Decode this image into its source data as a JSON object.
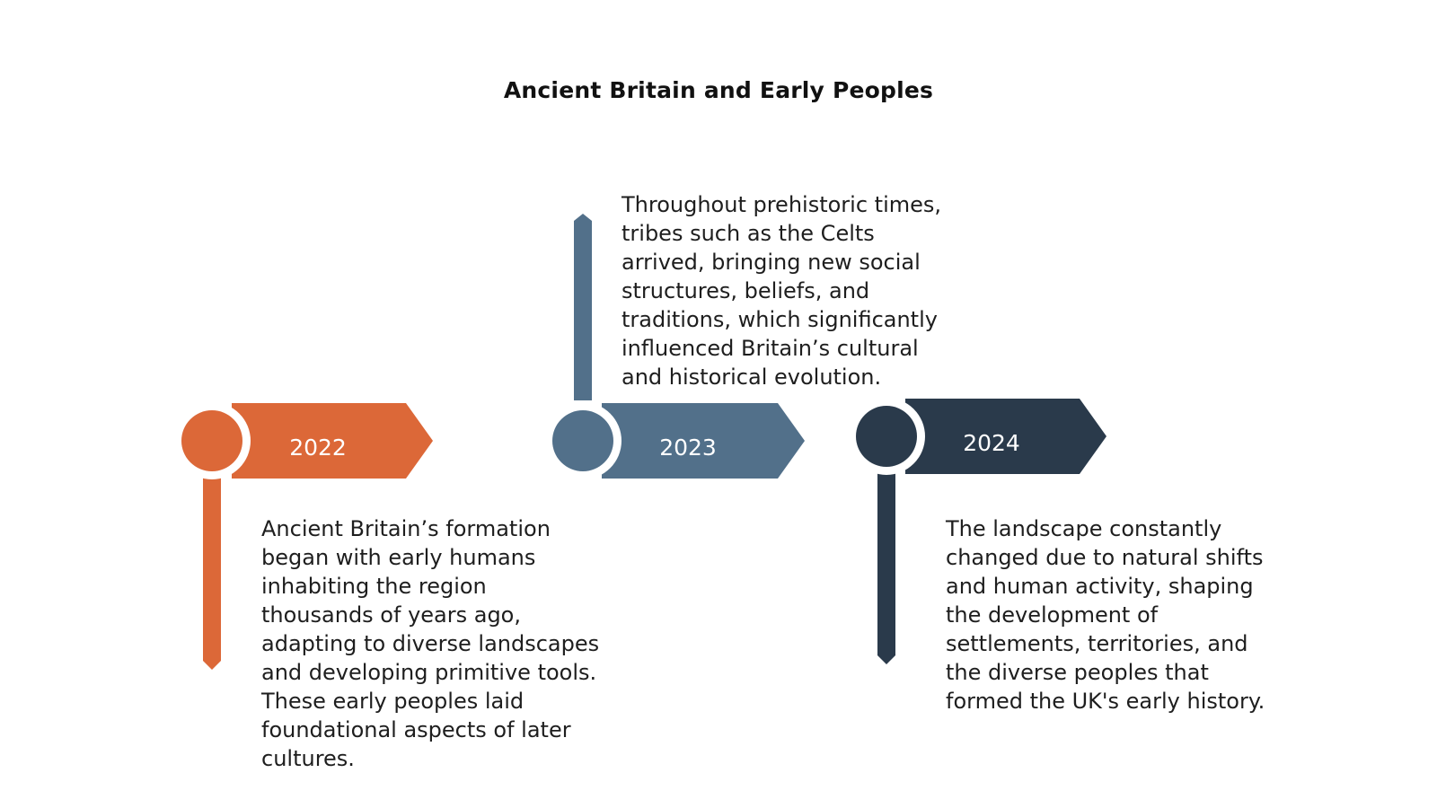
{
  "title": "Ancient Britain and Early Peoples",
  "colors": {
    "milestone_1": "#dc6838",
    "milestone_2": "#52708a",
    "milestone_3": "#2a3a4b"
  },
  "milestones": [
    {
      "year": "2022",
      "text": "Ancient Britain’s formation began with early humans inhabiting the region thousands of years ago, adapting to diverse landscapes and developing primitive tools. These early peoples laid foundational aspects of later cultures."
    },
    {
      "year": "2023",
      "text": "Throughout prehistoric times, tribes such as the Celts arrived, bringing new social structures, beliefs, and traditions, which significantly influenced Britain’s cultural and historical evolution."
    },
    {
      "year": "2024",
      "text": "The landscape constantly changed due to natural shifts and human activity, shaping the development of settlements, territories, and the diverse peoples that formed the UK's early history."
    }
  ]
}
